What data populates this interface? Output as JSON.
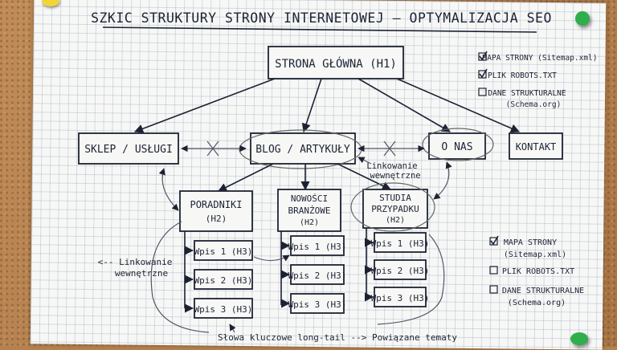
{
  "title": "SZKIC STRUKTURY STRONY INTERNETOWEJ – OPTYMALIZACJA SEO",
  "home": "STRONA GŁÓWNA (H1)",
  "level2": {
    "shop": "SKLEP / USŁUGI",
    "blog": "BLOG / ARTYKUŁY",
    "about": "O NAS",
    "contact": "KONTAKT"
  },
  "blog_sections": [
    {
      "name_line1": "PORADNIKI",
      "name_line2": "(H2)",
      "name_line3": ""
    },
    {
      "name_line1": "NOWOŚCI",
      "name_line2": "BRANŻOWE",
      "name_line3": "(H2)"
    },
    {
      "name_line1": "STUDIA",
      "name_line2": "PRZYPADKU",
      "name_line3": "(H2)"
    }
  ],
  "posts": [
    "Wpis 1 (H3)",
    "Wpis 2 (H3)",
    "Wpis 3 (H3)"
  ],
  "annotations": {
    "internal_links_right_1": "Linkowanie",
    "internal_links_right_2": "wewnętrzne",
    "internal_links_left_1": "<-- Linkowanie",
    "internal_links_left_2": "wewnętrzne",
    "bottom": "Słowa kluczowe long-tail --> Powiązane tematy"
  },
  "checklist_top": [
    {
      "text": "MAPA STRONY (Sitemap.xml)",
      "checked": true
    },
    {
      "text": "PLIK ROBOTS.TXT",
      "checked": true
    },
    {
      "text": "DANE STRUKTURALNE",
      "sub": "(Schema.org)",
      "checked": false
    }
  ],
  "checklist_bottom": [
    {
      "text": "MAPA STRONY",
      "sub": "(Sitemap.xml)",
      "checked": true
    },
    {
      "text": "PLIK ROBOTS.TXT",
      "checked": false
    },
    {
      "text": "DANE STRUKTURALNE",
      "sub": "(Schema.org)",
      "checked": false
    }
  ],
  "colors": {
    "ink": "#1d2233",
    "pin_yellow": "#f2d43a",
    "pin_green": "#2fae4c"
  }
}
